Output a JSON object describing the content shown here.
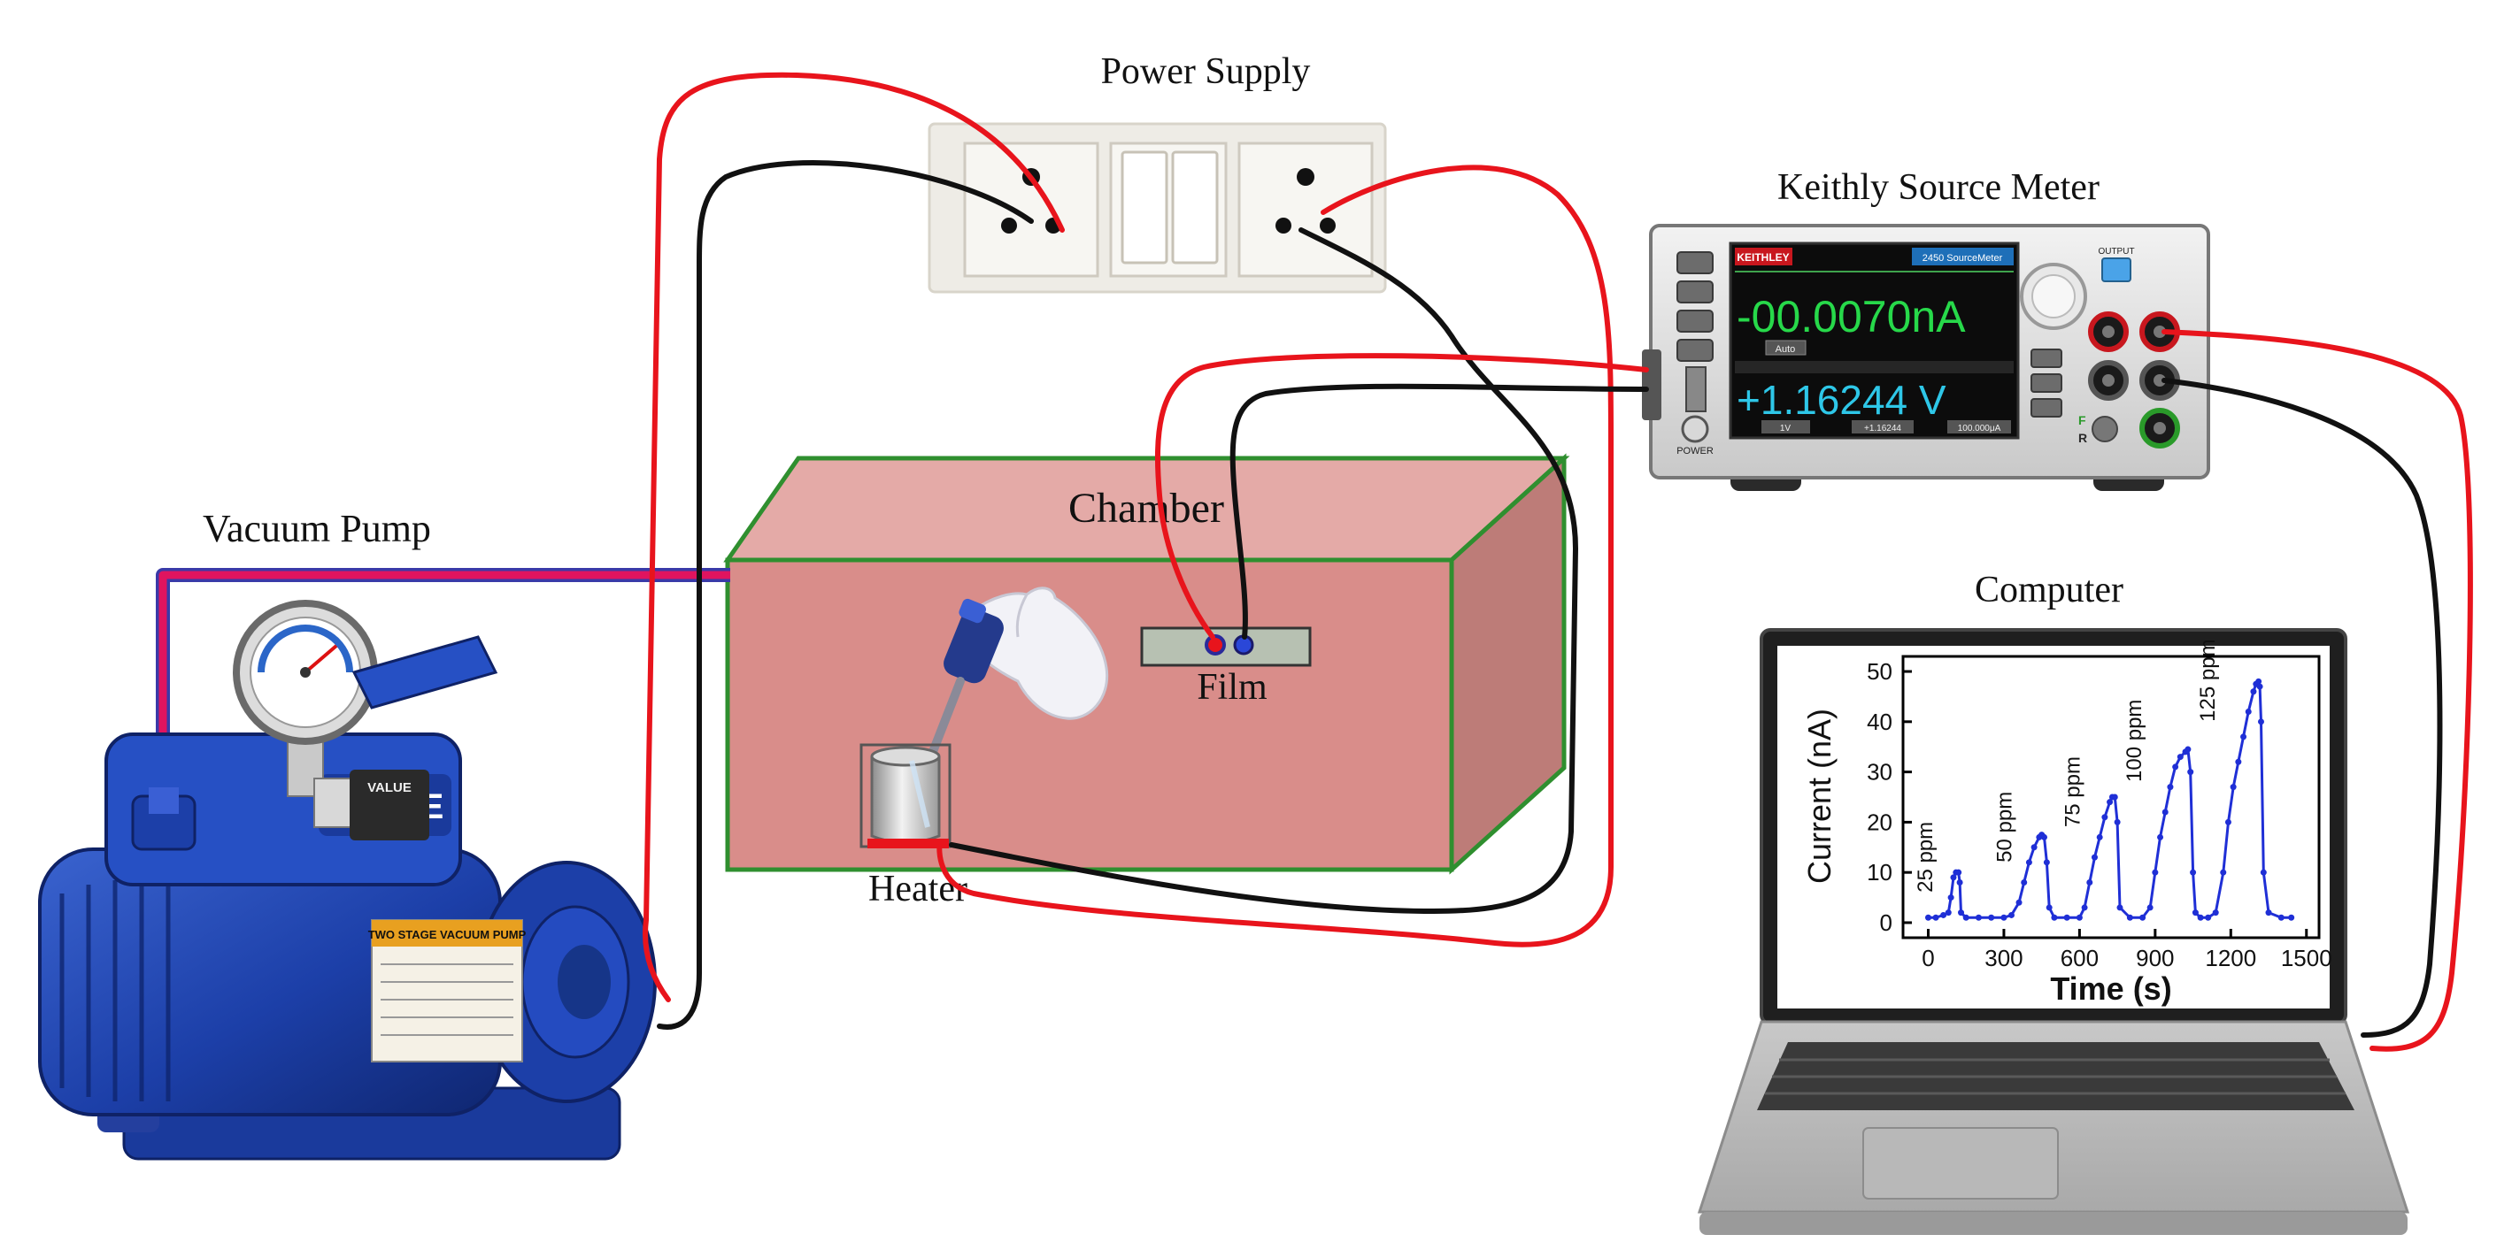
{
  "labels": {
    "power_supply": "Power Supply",
    "keithley": "Keithly Source Meter",
    "vacuum_pump": "Vacuum Pump",
    "chamber": "Chamber",
    "film": "Film",
    "heater": "Heater",
    "computer": "Computer"
  },
  "pump": {
    "brand": "VALUE",
    "plate_title": "TWO STAGE VACUUM PUMP",
    "icon": "vacuum-pump-icon"
  },
  "source_meter": {
    "brand": "KEITHLEY",
    "model": "2450 SourceMeter",
    "current_reading": "-00.0070nA",
    "voltage_reading": "+1.16244 V",
    "range_button": "Auto",
    "power_label": "POWER",
    "front_label": "F",
    "rear_label": "R",
    "trigger_button": "1V",
    "limit_button": "+1.16244",
    "source_button": "100.000μA",
    "output_label": "OUTPUT",
    "icon": "source-meter-icon"
  },
  "colors": {
    "wire_red": "#e8141c",
    "wire_black": "#111111",
    "chamber_front": "#d98d8a",
    "chamber_top": "#e4aaa7",
    "chamber_side": "#bd7c78",
    "chamber_edge": "#2f8f2f",
    "vacuum_line": "#e0145f",
    "vacuum_line_outline": "#3a3aa8",
    "plot_series": "#1f2fd6",
    "pump_blue": "#1c3fa8"
  },
  "chart_data": {
    "type": "line",
    "xlabel": "Time (s)",
    "ylabel": "Current (nA)",
    "xlim": [
      -100,
      1550
    ],
    "ylim": [
      -3,
      53
    ],
    "xticks": [
      0,
      300,
      600,
      900,
      1200,
      1500
    ],
    "yticks": [
      0,
      10,
      20,
      30,
      40,
      50
    ],
    "annotations": [
      {
        "text": "25 ppm",
        "x": 15,
        "y": 6
      },
      {
        "text": "50 ppm",
        "x": 330,
        "y": 12
      },
      {
        "text": "75 ppm",
        "x": 600,
        "y": 19
      },
      {
        "text": "100 ppm",
        "x": 845,
        "y": 28
      },
      {
        "text": "125 ppm",
        "x": 1135,
        "y": 40
      }
    ],
    "series": [
      {
        "x": [
          0,
          30,
          60,
          80,
          90,
          100,
          110,
          120,
          125,
          130,
          150,
          200,
          250,
          300,
          330,
          360,
          380,
          400,
          420,
          440,
          450,
          460,
          470,
          480,
          500,
          550,
          600,
          620,
          640,
          660,
          680,
          700,
          720,
          730,
          740,
          750,
          760,
          800,
          850,
          880,
          900,
          920,
          940,
          960,
          980,
          1000,
          1020,
          1030,
          1040,
          1050,
          1060,
          1080,
          1110,
          1140,
          1170,
          1190,
          1210,
          1230,
          1250,
          1270,
          1290,
          1300,
          1310,
          1315,
          1320,
          1330,
          1350,
          1400,
          1440
        ],
        "y": [
          1,
          1,
          1.5,
          2,
          5,
          9,
          10,
          10,
          8,
          2,
          1,
          1,
          1,
          1,
          1.5,
          4,
          8,
          12,
          15,
          17,
          17.5,
          17,
          12,
          3,
          1,
          1,
          1,
          3,
          8,
          13,
          17,
          21,
          24,
          25,
          25,
          20,
          3,
          1,
          1,
          3,
          10,
          17,
          22,
          27,
          31,
          33,
          34,
          34.5,
          30,
          10,
          2,
          1,
          1,
          2,
          10,
          20,
          27,
          32,
          37,
          42,
          46,
          47.5,
          48,
          47,
          40,
          10,
          2,
          1,
          1
        ]
      }
    ]
  }
}
